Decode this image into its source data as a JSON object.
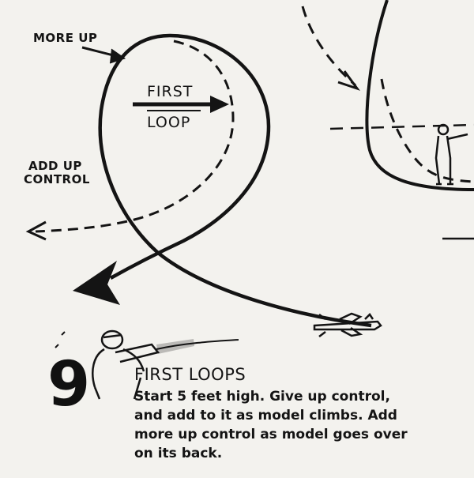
{
  "labels": {
    "more_up": "MORE UP",
    "add_up_control": [
      "ADD UP",
      "CONTROL"
    ],
    "first_loop": [
      "FIRST",
      "LOOP"
    ]
  },
  "step": {
    "number": "9",
    "title": "FIRST LOOPS",
    "body_lines": [
      "Start 5 feet high.  Give up control,",
      "and add to it as model climbs.  Add",
      "more up control as model goes over",
      "on its back."
    ]
  },
  "colors": {
    "ink": "#141414",
    "paper": "#f3f2ee"
  },
  "icons": [
    "pilot-figure",
    "model-airplane",
    "flight-path-arrow"
  ]
}
